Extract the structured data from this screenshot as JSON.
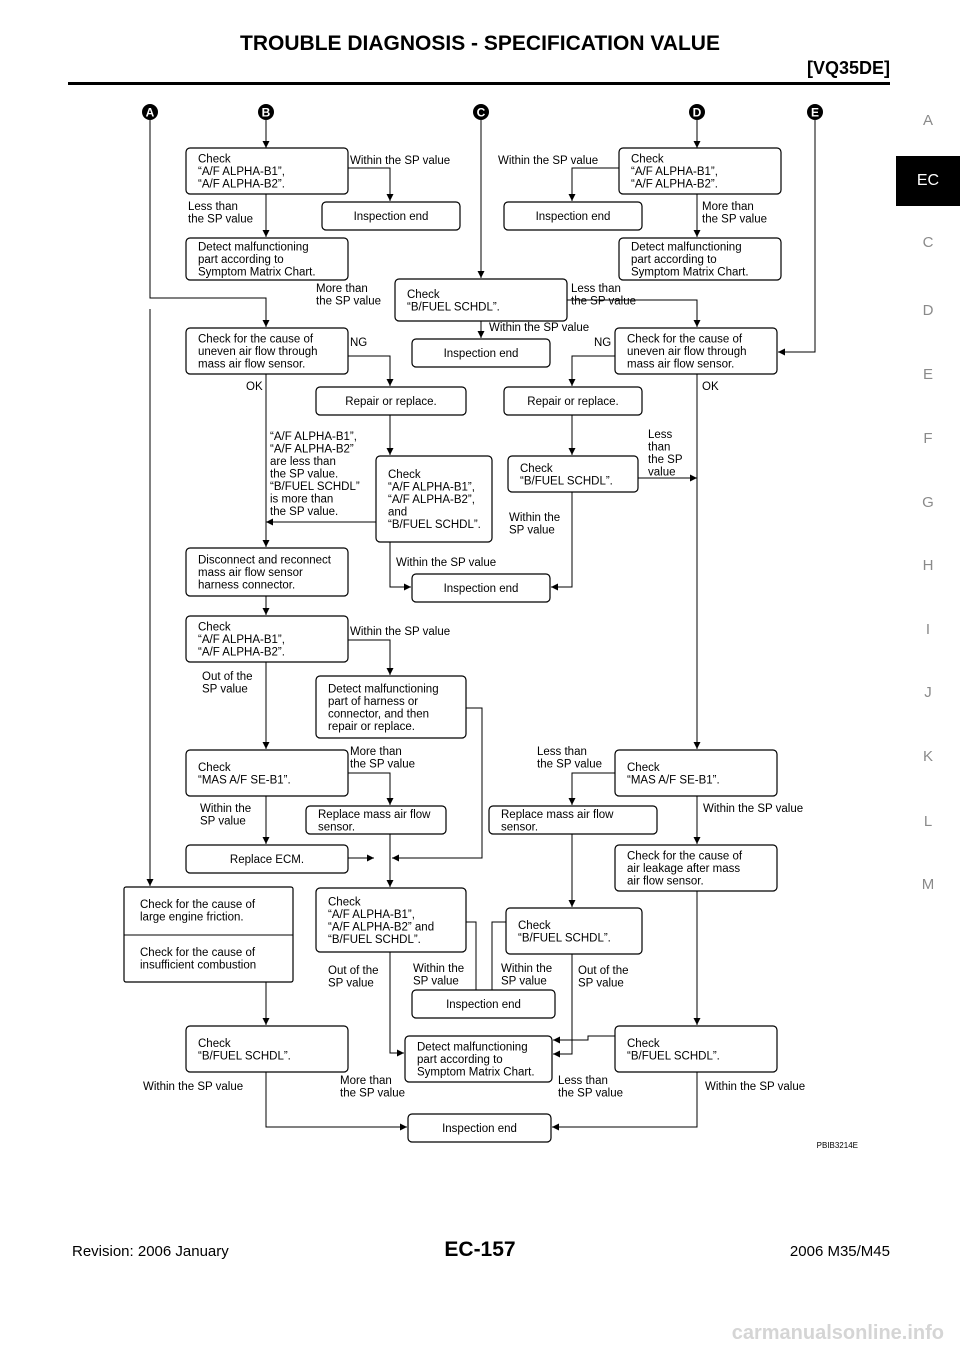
{
  "header": {
    "title": "TROUBLE DIAGNOSIS - SPECIFICATION VALUE",
    "subtitle": "[VQ35DE]"
  },
  "side_index": {
    "letters": [
      "A",
      "C",
      "D",
      "E",
      "F",
      "G",
      "H",
      "I",
      "J",
      "K",
      "L",
      "M"
    ],
    "active": "EC"
  },
  "footer": {
    "revision": "Revision: 2006 January",
    "page": "EC-157",
    "model": "2006 M35/M45"
  },
  "watermark": "carmanualsonline.info",
  "figure_id": "PBIB3214E",
  "connectors": {
    "a": "A",
    "b": "B",
    "c": "C",
    "d": "D",
    "e": "E"
  },
  "boxes": {
    "b1": [
      "Check",
      "“A/F ALPHA-B1”,",
      "“A/F ALPHA-B2”."
    ],
    "b2": [
      "Inspection end"
    ],
    "b3": [
      "Detect malfunctioning",
      "part according to",
      "Symptom Matrix Chart."
    ],
    "b4": [
      "Check",
      "“A/F ALPHA-B1”,",
      "“A/F ALPHA-B2”."
    ],
    "b5": [
      "Inspection end"
    ],
    "b6": [
      "Detect malfunctioning",
      "part according to",
      "Symptom Matrix Chart."
    ],
    "b7": [
      "Check",
      "“B/FUEL SCHDL”."
    ],
    "b8": [
      "Check for the cause of",
      "uneven air flow through",
      "mass air flow sensor."
    ],
    "b9": [
      "Inspection end"
    ],
    "b10": [
      "Check for the cause of",
      "uneven air flow through",
      "mass air flow sensor."
    ],
    "b11": [
      "Repair or replace."
    ],
    "b12": [
      "Repair or replace."
    ],
    "b13": [
      "Check",
      "“A/F ALPHA-B1”,",
      "“A/F ALPHA-B2”,",
      "and",
      "“B/FUEL SCHDL”."
    ],
    "b14": [
      "Check",
      "“B/FUEL SCHDL”."
    ],
    "b15": [
      "Disconnect and reconnect",
      "mass air flow sensor",
      "harness connector."
    ],
    "b16": [
      "Inspection end"
    ],
    "b17": [
      "Check",
      "“A/F ALPHA-B1”,",
      "“A/F ALPHA-B2”."
    ],
    "b18": [
      "Detect malfunctioning",
      "part of harness or",
      "connector, and then",
      "repair or replace."
    ],
    "b19": [
      "Check",
      "“MAS A/F SE-B1”."
    ],
    "b20": [
      "Check",
      "“MAS A/F SE-B1”."
    ],
    "b21": [
      "Replace mass air flow",
      "sensor."
    ],
    "b22": [
      "Replace mass air flow",
      "sensor."
    ],
    "b23": [
      "Replace ECM."
    ],
    "b24": [
      "Check for the cause of",
      "air leakage after mass",
      "air flow sensor."
    ],
    "b25a": [
      "Check for the cause of",
      "large engine friction."
    ],
    "b25b": [
      "Check for the cause of",
      "insufficient combustion"
    ],
    "b26": [
      "Check",
      "“A/F ALPHA-B1”,",
      "“A/F ALPHA-B2” and",
      "“B/FUEL SCHDL”."
    ],
    "b27": [
      "Check",
      "“B/FUEL SCHDL”."
    ],
    "b28": [
      "Inspection end"
    ],
    "b29": [
      "Check",
      "“B/FUEL SCHDL”."
    ],
    "b30": [
      "Detect malfunctioning",
      "part  according to",
      "Symptom Matrix Chart."
    ],
    "b31": [
      "Check",
      "“B/FUEL SCHDL”."
    ],
    "b32": [
      "Inspection end"
    ]
  },
  "labels": {
    "l1": [
      "Within the SP value"
    ],
    "l2": [
      "Less than",
      "the SP value"
    ],
    "l3": [
      "Within the SP value"
    ],
    "l4": [
      "More than",
      "the SP value"
    ],
    "l5": [
      "More than",
      "the SP value"
    ],
    "l6": [
      "Less than",
      "the SP value"
    ],
    "l7": [
      "Within the SP value"
    ],
    "l8": [
      "NG"
    ],
    "l9": [
      "OK"
    ],
    "l10": [
      "NG"
    ],
    "l11": [
      "OK"
    ],
    "l12": [
      "“A/F ALPHA-B1”,",
      "“A/F ALPHA-B2”",
      "are less than",
      "the SP value.",
      "“B/FUEL SCHDL”",
      "is more than",
      "the SP value."
    ],
    "l13": [
      "Less",
      "than",
      "the SP",
      "value"
    ],
    "l14": [
      "Within the",
      "SP value"
    ],
    "l15": [
      "Within the SP value"
    ],
    "l16": [
      "Within the SP value"
    ],
    "l17": [
      "Out of the",
      "SP value"
    ],
    "l18": [
      "More than",
      "the SP value"
    ],
    "l19": [
      "Less than",
      "the SP value"
    ],
    "l20": [
      "Within the",
      "SP value"
    ],
    "l21": [
      "Within the SP value"
    ],
    "l22": [
      "Out of the",
      "SP value"
    ],
    "l23": [
      "Within the",
      "SP value"
    ],
    "l24": [
      "Within the",
      "SP value"
    ],
    "l25": [
      "Out of the",
      "SP value"
    ],
    "l26": [
      "Within the SP value"
    ],
    "l27": [
      "More than",
      "the SP value"
    ],
    "l28": [
      "Less than",
      "the SP value"
    ],
    "l29": [
      "Within the SP value"
    ]
  }
}
